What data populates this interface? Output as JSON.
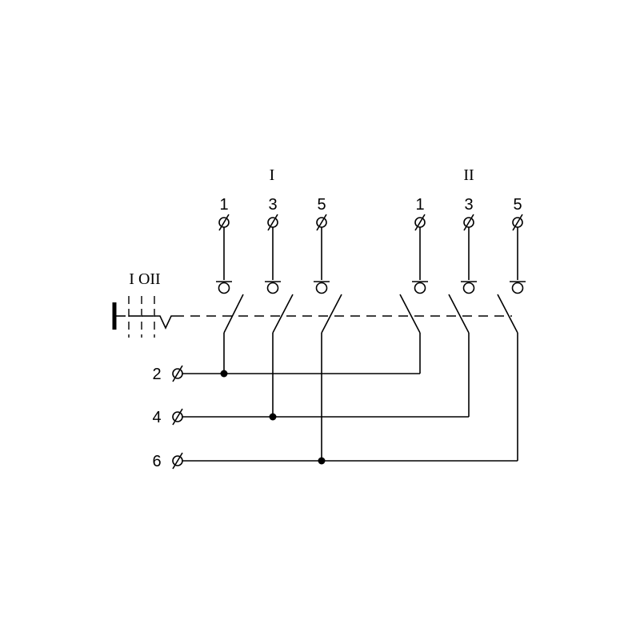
{
  "groups": {
    "group_1": "I",
    "group_2": "II"
  },
  "top_terminals": {
    "group_1": [
      "1",
      "3",
      "5"
    ],
    "group_2": [
      "1",
      "3",
      "5"
    ]
  },
  "bottom_terminals": [
    "2",
    "4",
    "6"
  ],
  "selector_positions": "I OII",
  "colors": {
    "line": "#000000",
    "background": "#ffffff"
  }
}
